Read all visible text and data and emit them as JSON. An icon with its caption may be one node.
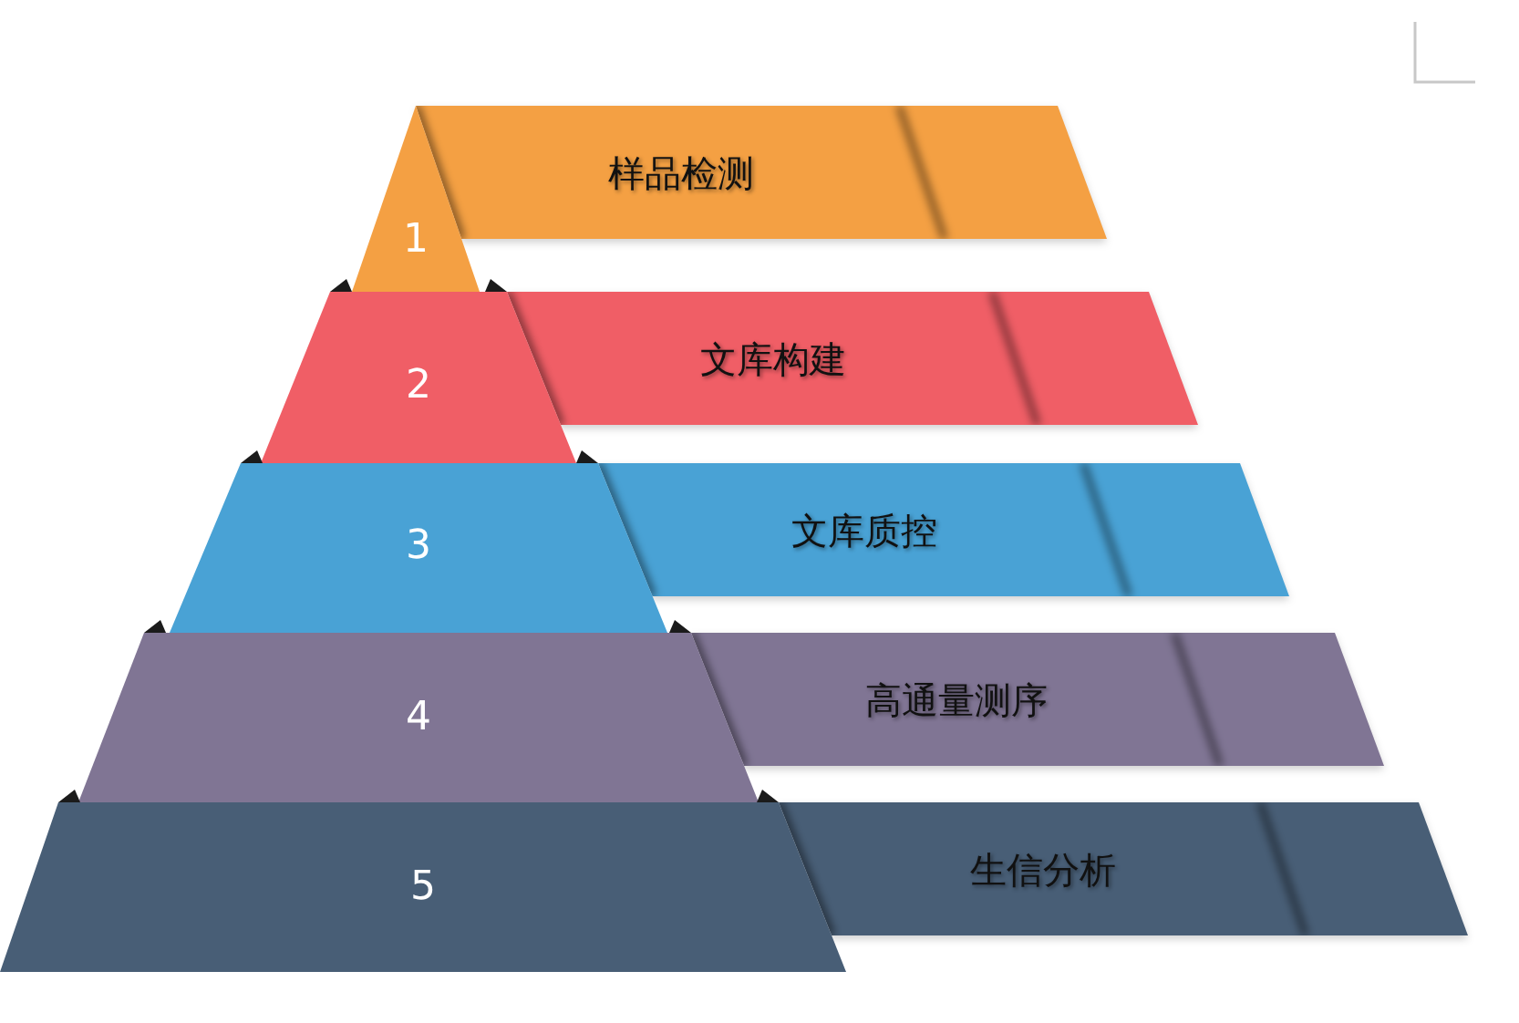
{
  "diagram": {
    "nodes": [
      {
        "text": [
          "1"
        ]
      },
      {
        "text": [
          "样品检测"
        ]
      },
      {
        "text": [
          "2"
        ]
      },
      {
        "text": [
          "文库构建"
        ]
      },
      {
        "text": [
          "3"
        ]
      },
      {
        "text": [
          "文库质控"
        ]
      },
      {
        "text": [
          "4"
        ]
      },
      {
        "text": [
          "高通量测序"
        ]
      },
      {
        "text": [
          "5"
        ]
      },
      {
        "text": [
          "生信分析"
        ]
      }
    ]
  }
}
